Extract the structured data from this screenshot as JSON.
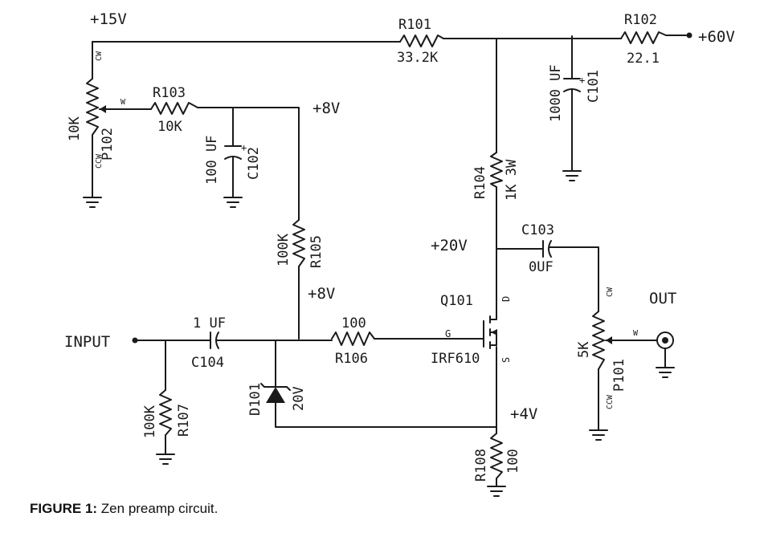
{
  "labels": {
    "supply_15v": "+15V",
    "supply_60v": "+60V",
    "node_8v_a": "+8V",
    "node_8v_b": "+8V",
    "node_20v": "+20V",
    "node_4v": "+4V",
    "input": "INPUT",
    "out": "OUT",
    "w_p102": "W",
    "w_p101": "W",
    "cw_p102": "CW",
    "ccw_p102": "CCW",
    "cw_p101": "CW",
    "ccw_p101": "CCW",
    "pin_g": "G",
    "pin_d": "D",
    "pin_s": "S",
    "plus_c101": "+",
    "plus_c102": "+"
  },
  "components": {
    "R101": {
      "name": "R101",
      "value": "33.2K"
    },
    "R102": {
      "name": "R102",
      "value": "22.1"
    },
    "R103": {
      "name": "R103",
      "value": "10K"
    },
    "R104": {
      "name": "R104",
      "value": "1K 3W"
    },
    "R105": {
      "name": "R105",
      "value": "100K"
    },
    "R106": {
      "name": "R106",
      "value": "100"
    },
    "R107": {
      "name": "R107",
      "value": "100K"
    },
    "R108": {
      "name": "R108",
      "value": "100"
    },
    "P101": {
      "name": "P101",
      "value": "5K"
    },
    "P102": {
      "name": "P102",
      "value": "10K"
    },
    "C101": {
      "name": "C101",
      "value": "1000 UF"
    },
    "C102": {
      "name": "C102",
      "value": "100 UF"
    },
    "C103": {
      "name": "C103",
      "value": "0UF"
    },
    "C104": {
      "name": "C104",
      "value": "1 UF"
    },
    "D101": {
      "name": "D101",
      "value": "20V"
    },
    "Q101": {
      "name": "Q101",
      "value": "IRF610"
    }
  },
  "caption": {
    "prefix": "FIGURE 1:",
    "text": "Zen preamp circuit."
  }
}
